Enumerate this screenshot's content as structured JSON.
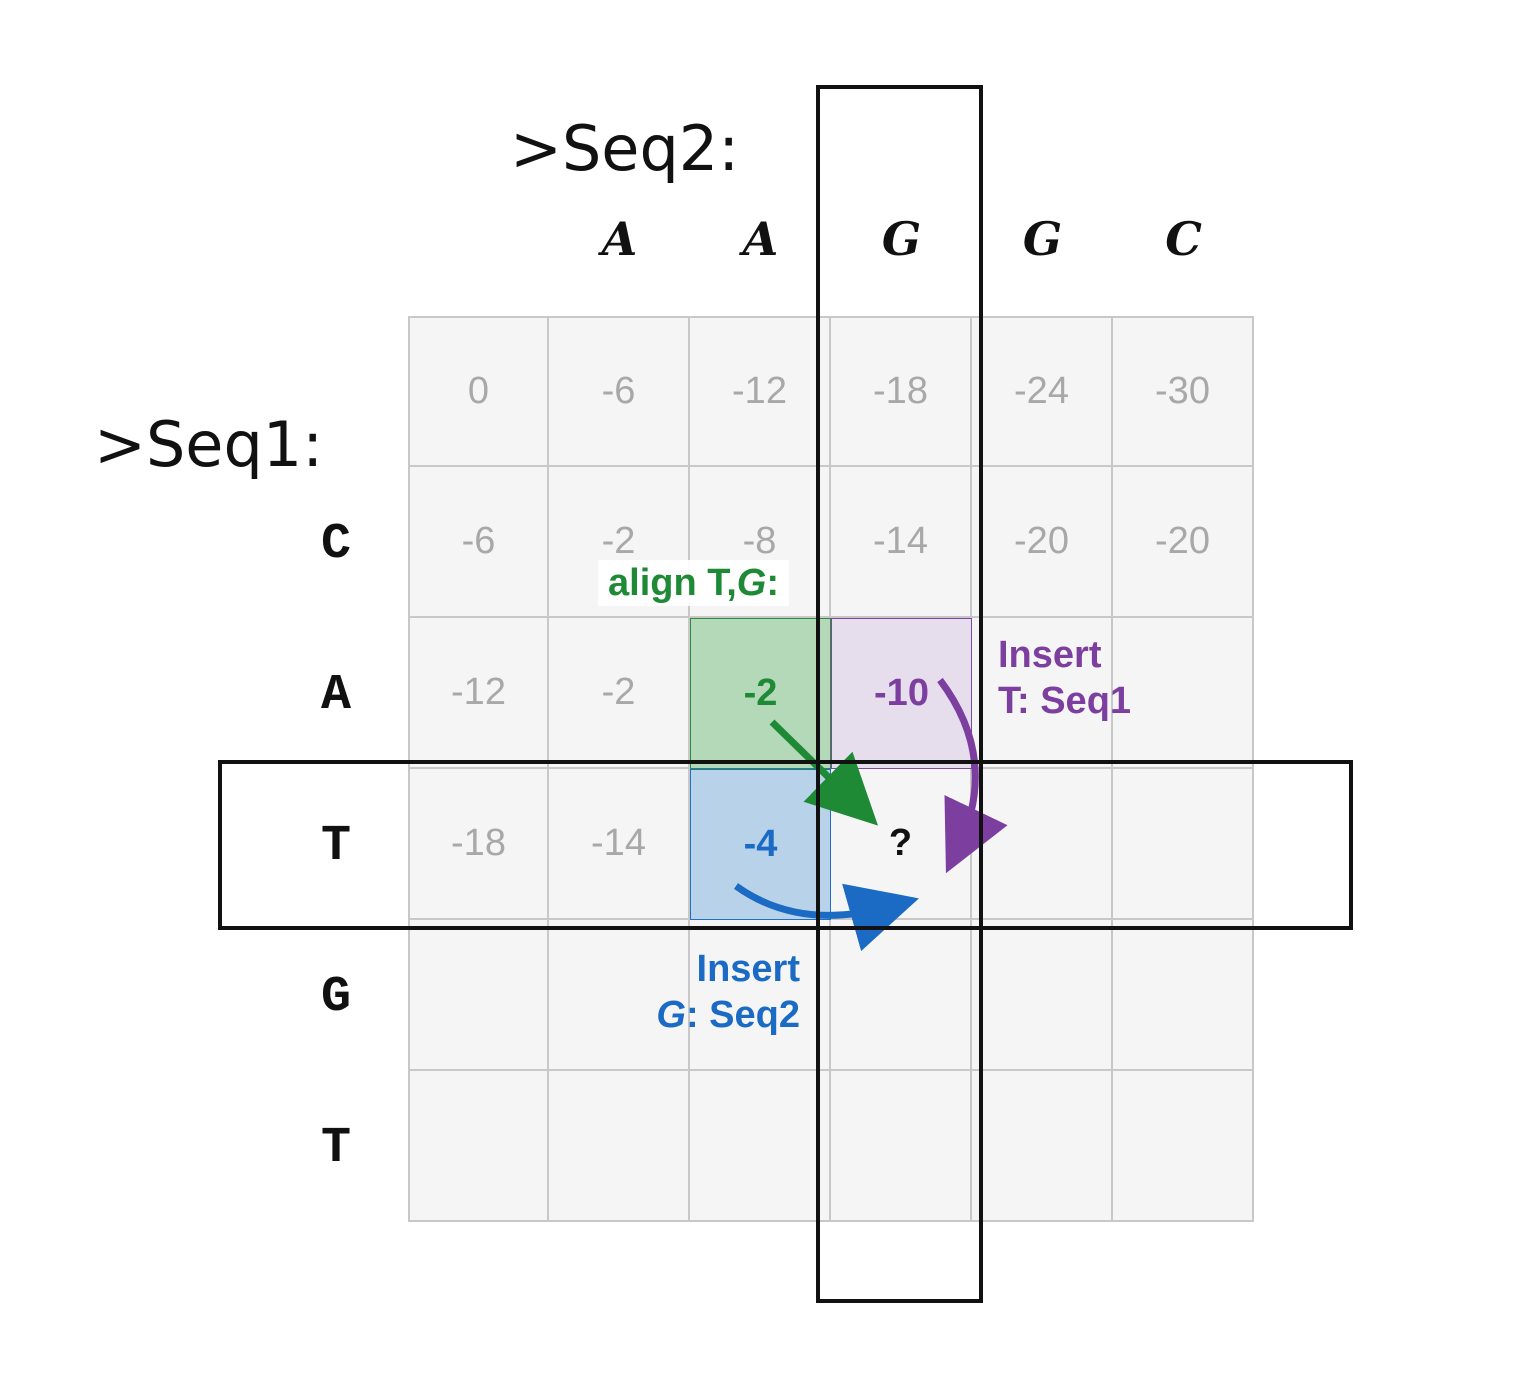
{
  "labels": {
    "seq2": ">Seq2:",
    "seq1": ">Seq1:"
  },
  "seq2_letters": [
    "A",
    "A",
    "G",
    "G",
    "C"
  ],
  "seq1_letters": [
    "C",
    "A",
    "T",
    "G",
    "T"
  ],
  "matrix": [
    [
      "0",
      "-6",
      "-12",
      "-18",
      "-24",
      "-30"
    ],
    [
      "-6",
      "-2",
      "-8",
      "-14",
      "-20",
      "-20"
    ],
    [
      "-12",
      "-2",
      "-2",
      "-10",
      "",
      ""
    ],
    [
      "-18",
      "-14",
      "-4",
      "?",
      "",
      ""
    ],
    [
      "",
      "",
      "",
      "",
      "",
      ""
    ],
    [
      "",
      "",
      "",
      "",
      "",
      ""
    ]
  ],
  "annotations": {
    "align_prefix": "align T,",
    "align_letter": "G",
    "align_suffix": ":",
    "insert_seq1_line1": "Insert",
    "insert_seq1_line2": "T: Seq1",
    "insert_seq2_line1": "Insert",
    "insert_seq2_letter": "G",
    "insert_seq2_suffix": ": Seq2"
  },
  "colors": {
    "match": "#1f8a36",
    "insert_seq1": "#7d3f9f",
    "insert_seq2": "#1b6bc4"
  }
}
